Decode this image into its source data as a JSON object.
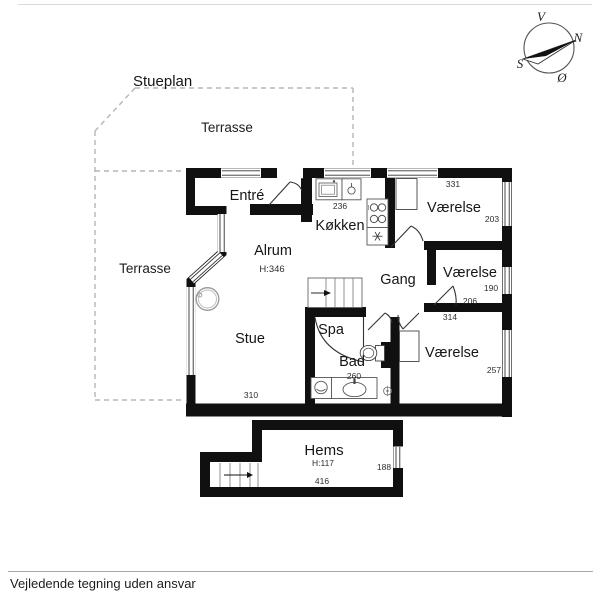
{
  "page": {
    "footer_note": "Vejledende tegning uden ansvar"
  },
  "plan": {
    "title": "Stueplan",
    "terrace_top_label": "Terrasse",
    "terrace_left_label": "Terrasse",
    "rooms": {
      "entre": "Entré",
      "kokken": "Køkken",
      "kokken_dim": "236",
      "alrum": "Alrum",
      "alrum_ceiling": "H:346",
      "gang": "Gang",
      "stue": "Stue",
      "stue_dim": "310",
      "spa": "Spa",
      "bad": "Bad",
      "bad_dim": "260",
      "vaerelse_ne": "Værelse",
      "vaerelse_ne_width": "331",
      "vaerelse_ne_depth": "203",
      "vaerelse_e": "Værelse",
      "vaerelse_e_depth": "190",
      "vaerelse_e_width": "206",
      "vaerelse_se": "Værelse",
      "vaerelse_se_width": "314",
      "vaerelse_se_depth": "257",
      "hems": "Hems",
      "hems_ceiling": "H:117",
      "hems_width": "416",
      "hems_depth": "188"
    },
    "compass": {
      "north": "N",
      "south": "S",
      "east": "Ø",
      "west": "V"
    }
  },
  "colors": {
    "wall": "#101010",
    "dash": "#b5b5b5",
    "text": "#1a1a1a"
  }
}
